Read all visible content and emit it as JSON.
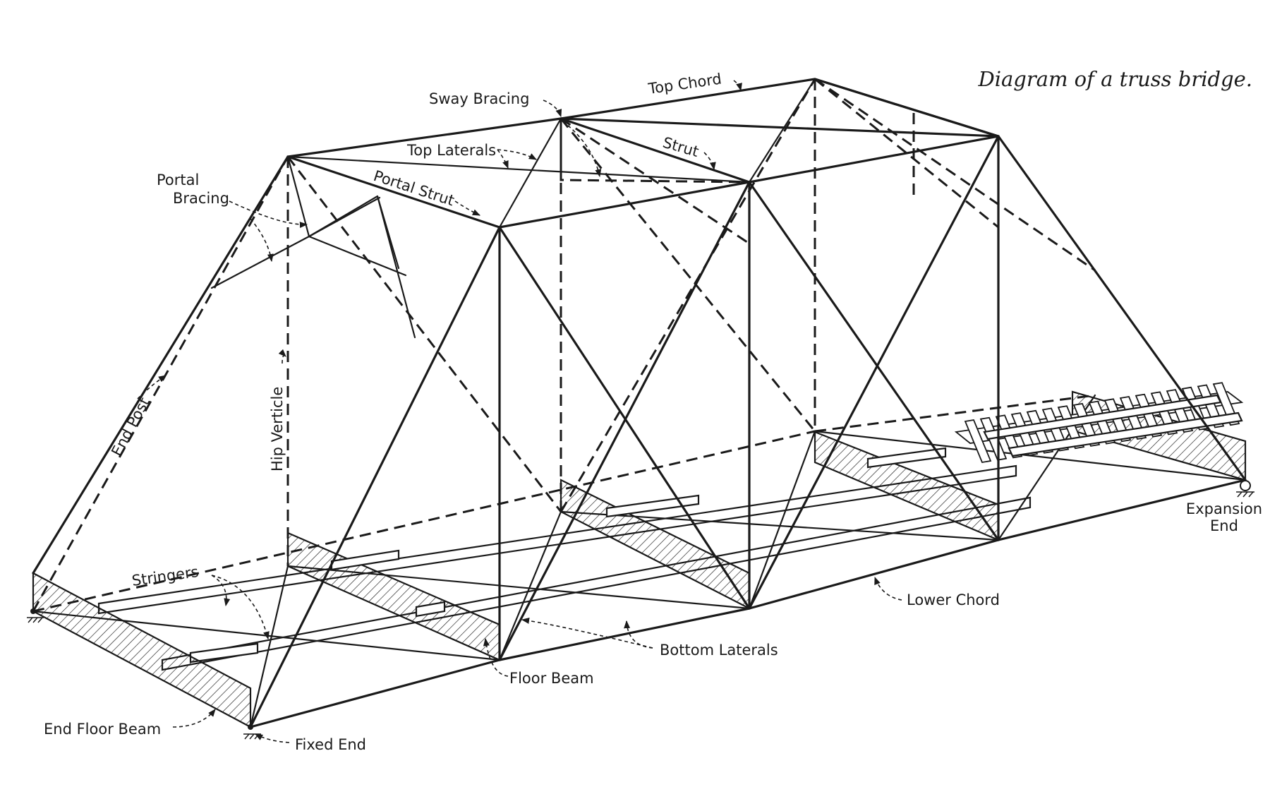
{
  "caption": "Diagram of a truss bridge.",
  "labels": {
    "top_chord": "Top Chord",
    "sway_bracing": "Sway Bracing",
    "top_laterals": "Top Laterals",
    "strut": "Strut",
    "portal_bracing_line1": "Portal",
    "portal_bracing_line2": "Bracing",
    "portal_strut": "Portal Strut",
    "end_post": "End Post",
    "hip_verticle": "Hip Verticle",
    "stringers": "Stringers",
    "expansion_end_line1": "Expansion",
    "expansion_end_line2": "End",
    "lower_chord": "Lower Chord",
    "bottom_laterals": "Bottom Laterals",
    "floor_beam": "Floor Beam",
    "end_floor_beam": "End Floor Beam",
    "fixed_end": "Fixed End"
  }
}
